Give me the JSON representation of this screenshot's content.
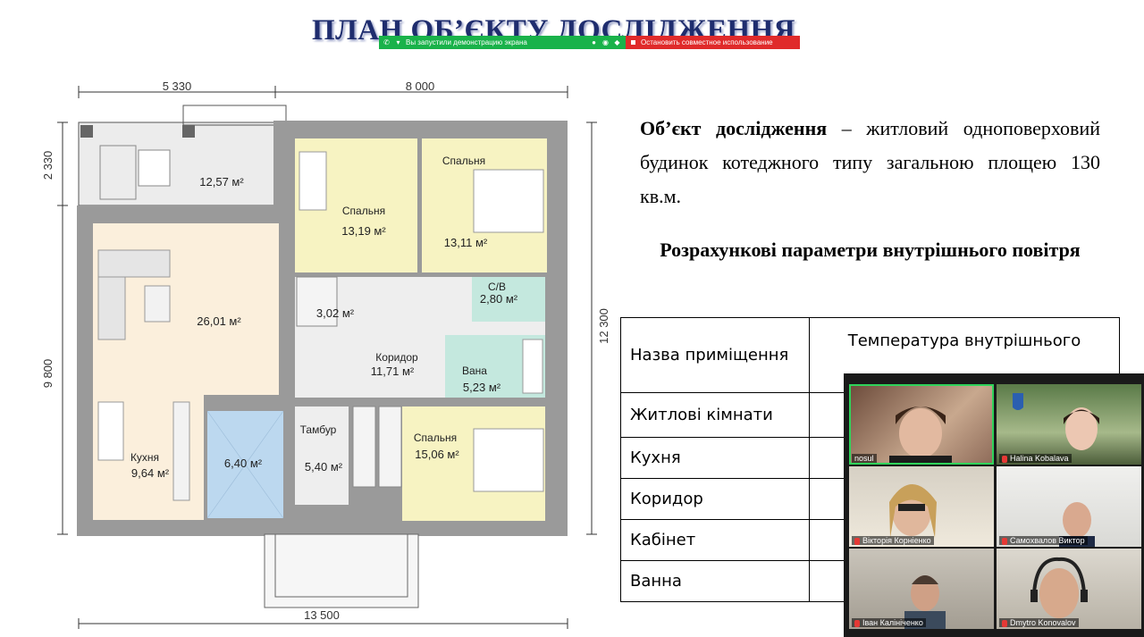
{
  "slide": {
    "title": "ПЛАН ОБ’ЄКТУ ДОСЛІДЖЕННЯ",
    "description_bold": "Об’єкт дослідження",
    "description_rest": " – житловий одноповерховий будинок котеджного типу загальною площею 130 кв.м.",
    "params_title": "Розрахункові параметри внутрішнього повітря"
  },
  "share_bar": {
    "message": "Вы запустили демонстрацию экрана",
    "stop_label": "Остановить совместное использование",
    "colors": {
      "share": "#19b24a",
      "stop": "#e02a2a"
    }
  },
  "plan": {
    "dims": {
      "top_left": "5 330",
      "top_right": "8 000",
      "left_top": "2 330",
      "left_main": "9 800",
      "right": "12 300",
      "bottom": "13 500"
    },
    "rooms": {
      "terrace": "12,57 м²",
      "bedroom1_name": "Спальня",
      "bedroom1_area": "13,19 м²",
      "bedroom2_name": "Спальня",
      "bedroom2_area": "13,11 м²",
      "living_area": "26,01 м²",
      "closet_area": "3,02 м²",
      "wc_name": "С/В",
      "wc_area": "2,80 м²",
      "corridor_name": "Коридор",
      "corridor_area": "11,71 м²",
      "bath_name": "Вана",
      "bath_area": "5,23 м²",
      "kitchen_name": "Кухня",
      "kitchen_area": "9,64 м²",
      "blue_area": "6,40 м²",
      "vestibule_name": "Тамбур",
      "vestibule_area": "5,40 м²",
      "bedroom3_name": "Спальня",
      "bedroom3_area": "15,06 м²"
    },
    "colors": {
      "wall": "#9a9a9a",
      "bedroom": "#f7f3c2",
      "living": "#fbefdc",
      "wet": "#c4e8de",
      "blue": "#bcd8ef",
      "floor": "#eeeeee"
    }
  },
  "table": {
    "header_col1": "Назва приміщення",
    "header_col2": "Температура внутрішнього",
    "rows": [
      "Житлові кімнати",
      "Кухня",
      "Коридор",
      "Кабінет",
      "Ванна"
    ]
  },
  "participants": [
    {
      "name": "nosul",
      "active": true
    },
    {
      "name": "Halina Kobalava",
      "active": false
    },
    {
      "name": "Вікторія Корніенко",
      "active": false
    },
    {
      "name": "Самохвалов Виктор",
      "active": false
    },
    {
      "name": "Іван Калініченко",
      "active": false
    },
    {
      "name": "Dmytro Konovalov",
      "active": false
    }
  ]
}
